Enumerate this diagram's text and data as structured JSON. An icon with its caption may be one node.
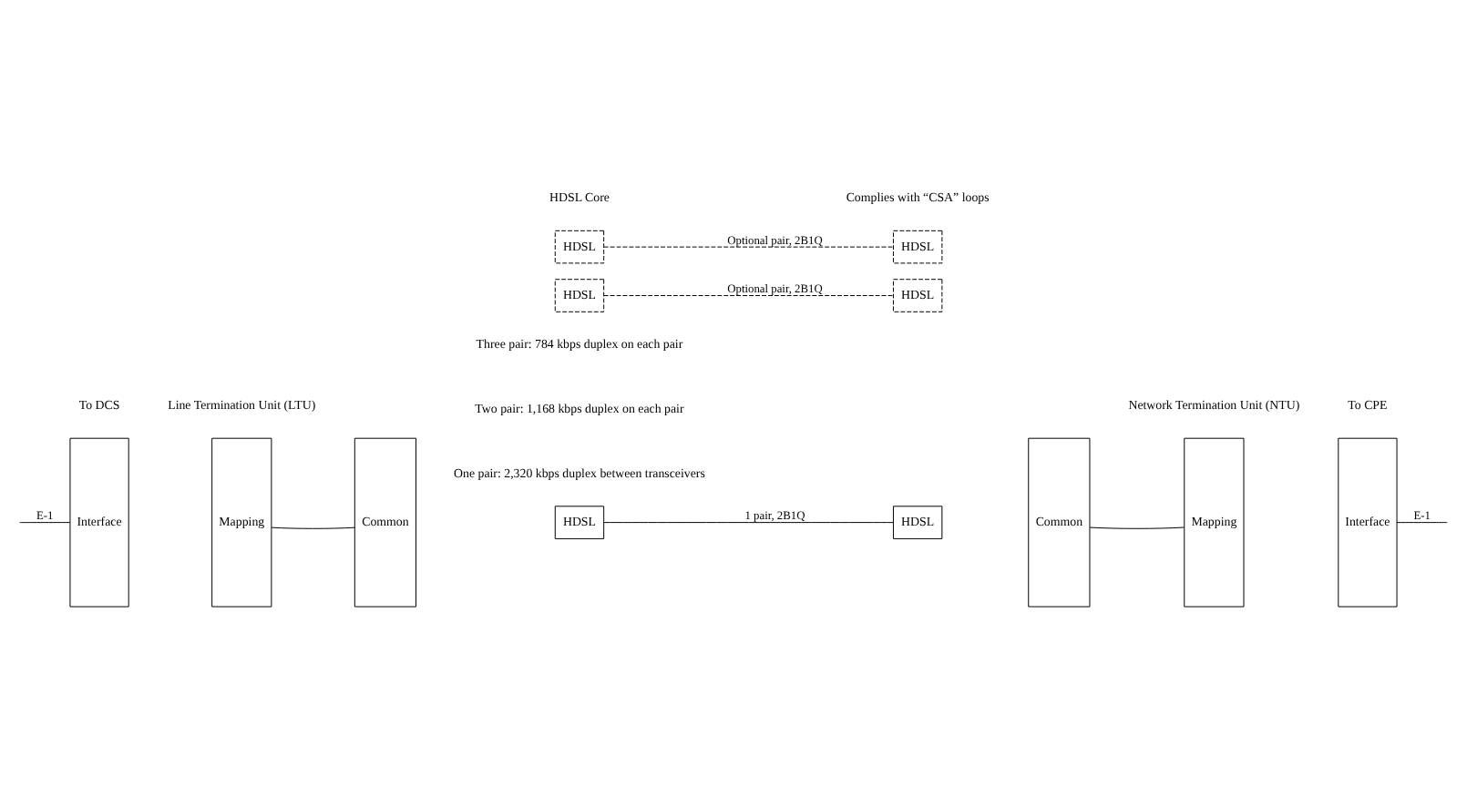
{
  "diagram": {
    "nodes": [
      {
        "text": [
          "Interface"
        ]
      },
      {
        "text": [
          "Mapping"
        ]
      },
      {
        "text": [
          "Common"
        ]
      },
      {
        "text": [
          "HDSL"
        ]
      },
      {
        "text": [
          "HDSL"
        ]
      },
      {
        "text": [
          "HDSL"
        ]
      },
      {
        "text": [
          "HDSL"
        ]
      },
      {
        "text": [
          "HDSL"
        ]
      },
      {
        "text": [
          "HDSL"
        ]
      },
      {
        "text": [
          "Common"
        ]
      },
      {
        "text": [
          "Mapping"
        ]
      },
      {
        "text": [
          "Interface"
        ]
      }
    ],
    "edges": [
      {
        "from": null,
        "to": 0,
        "arrow": "none",
        "label": "E-1"
      },
      {
        "from": 1,
        "to": 2,
        "arrow": "none"
      },
      {
        "from": 3,
        "to": 6,
        "arrow": "none",
        "label": "1 pair, 2B1Q"
      },
      {
        "from": 4,
        "to": 7,
        "arrow": "none",
        "label": "Optional pair, 2B1Q",
        "style": "dashed"
      },
      {
        "from": 5,
        "to": 8,
        "arrow": "none",
        "label": "Optional pair, 2B1Q",
        "style": "dashed"
      },
      {
        "from": 9,
        "to": 10,
        "arrow": "none"
      },
      {
        "from": 11,
        "to": null,
        "arrow": "none",
        "label": "E-1"
      }
    ],
    "labels": [
      "One pair: 2,320 kbps duplex between transceivers",
      "Two pair: 1,168 kbps duplex on each pair",
      "Three pair: 784 kbps duplex on each pair",
      "To DCS",
      "Complies with “CSA” loops",
      "To CPE",
      "HDSL Core",
      "Line Termination Unit (LTU)",
      "Network Termination Unit (NTU)"
    ]
  }
}
